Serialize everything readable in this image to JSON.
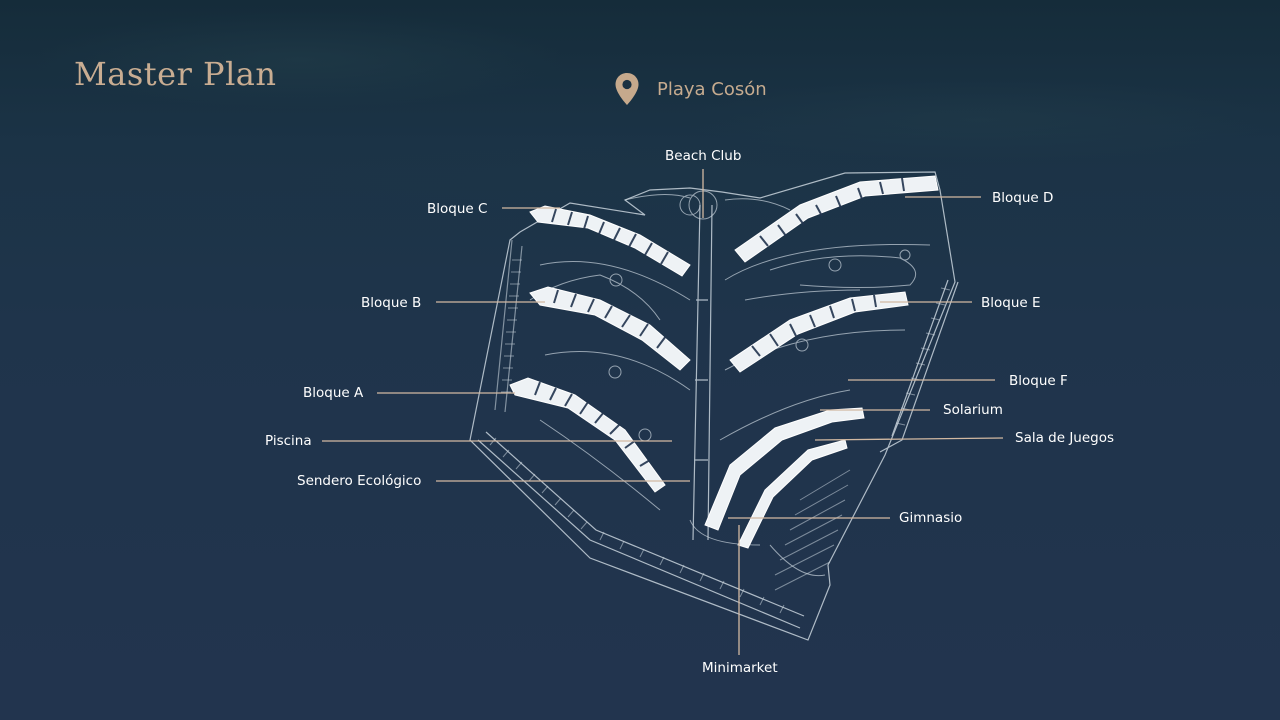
{
  "header": {
    "title": "Master Plan",
    "location": "Playa Cosón",
    "location_icon": "map-pin-icon"
  },
  "colors": {
    "accent": "#c9ad92",
    "background_top": "#152c3a",
    "background_bottom": "#22344e",
    "plan_lines": "#c8d3dc",
    "leader_lines": "#d2b9a2"
  },
  "labels": {
    "beach_club": "Beach Club",
    "bloque_c": "Bloque C",
    "bloque_d": "Bloque D",
    "bloque_b": "Bloque B",
    "bloque_e": "Bloque E",
    "bloque_a": "Bloque A",
    "bloque_f": "Bloque F",
    "solarium": "Solarium",
    "piscina": "Piscina",
    "sala_de_juegos": "Sala de Juegos",
    "sendero_ecologico": "Sendero Ecológico",
    "gimnasio": "Gimnasio",
    "minimarket": "Minimarket"
  }
}
